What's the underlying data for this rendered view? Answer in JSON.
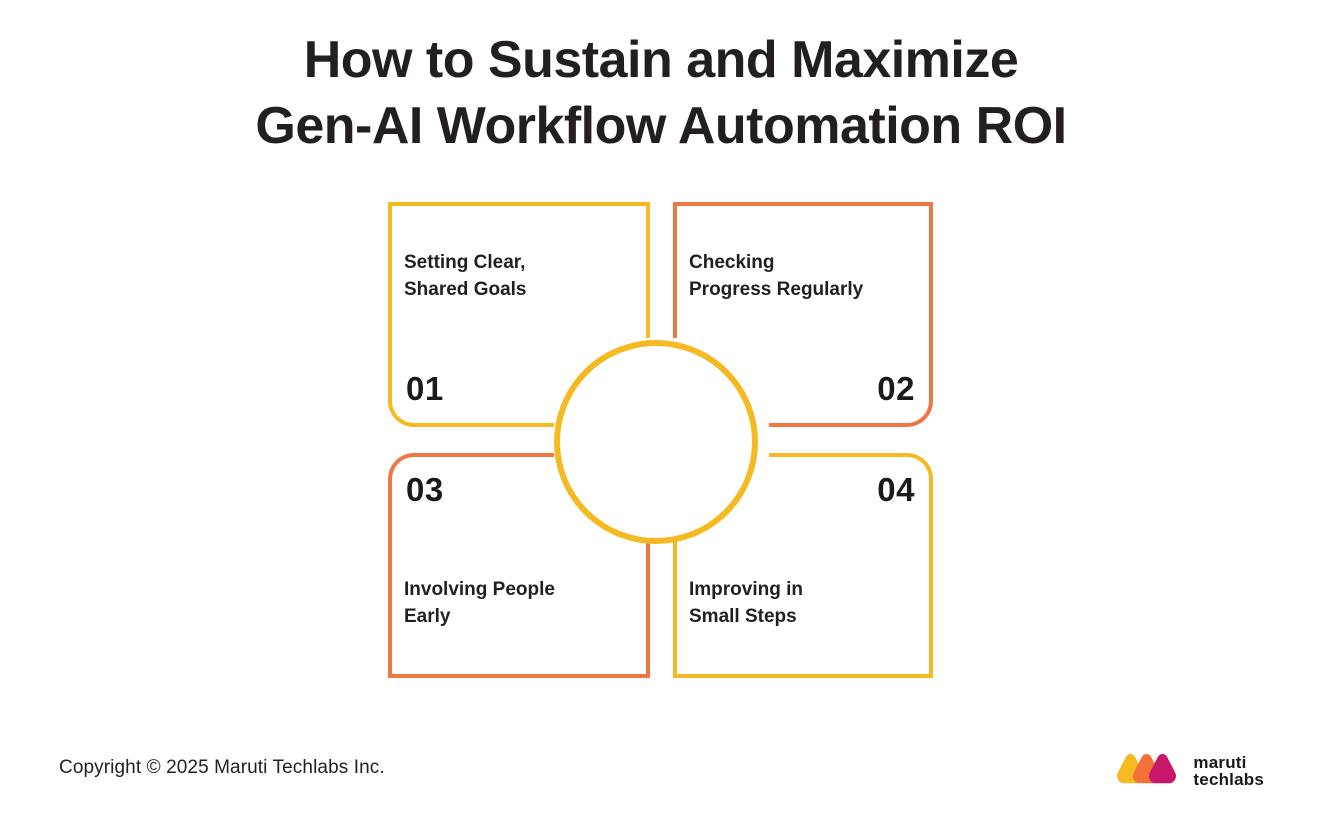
{
  "title": {
    "line1": "How to Sustain and Maximize",
    "line2": "Gen-AI Workflow Automation ROI"
  },
  "diagram": {
    "type": "four-quadrant-cycle",
    "center": {
      "shape": "circle",
      "label": "",
      "color": "#F5B921"
    },
    "quadrants": [
      {
        "number": "01",
        "label": "Setting Clear,\nShared Goals",
        "position": "top-left",
        "color": "#F5B921",
        "color_name": "yellow",
        "rounded_corner": "bottom-left"
      },
      {
        "number": "02",
        "label": "Checking\nProgress Regularly",
        "position": "top-right",
        "color": "#EE7743",
        "color_name": "orange",
        "rounded_corner": "bottom-right"
      },
      {
        "number": "03",
        "label": "Involving People\nEarly",
        "position": "bottom-left",
        "color": "#EE7743",
        "color_name": "orange",
        "rounded_corner": "top-left"
      },
      {
        "number": "04",
        "label": "Improving in\nSmall Steps",
        "position": "bottom-right",
        "color": "#F5B921",
        "color_name": "yellow",
        "rounded_corner": "top-right"
      }
    ]
  },
  "footer": {
    "copyright": "Copyright © 2025 Maruti Techlabs Inc.",
    "brand": {
      "line1": "maruti",
      "line2": "techlabs",
      "mark_colors": [
        "#F5B921",
        "#F2703A",
        "#C8176B"
      ]
    }
  }
}
